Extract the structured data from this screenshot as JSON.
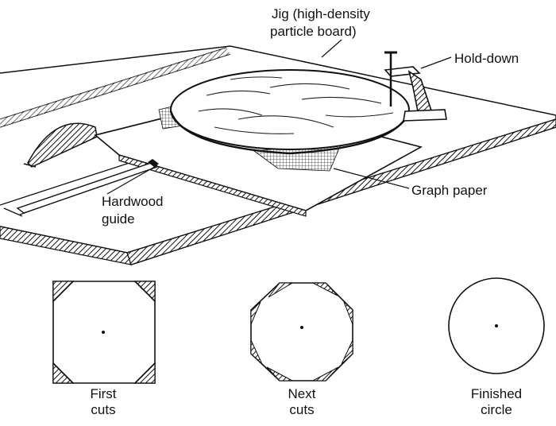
{
  "labels": {
    "jig_line1": "Jig (high-density",
    "jig_line2": "particle board)",
    "hold_down": "Hold-down",
    "hardwood_line1": "Hardwood",
    "hardwood_line2": "guide",
    "graph_paper": "Graph paper"
  },
  "steps": [
    {
      "line1": "First",
      "line2": "cuts"
    },
    {
      "line1": "Next",
      "line2": "cuts"
    },
    {
      "line1": "Finished",
      "line2": "circle"
    }
  ],
  "colors": {
    "ink": "#111111",
    "paper": "#ffffff"
  }
}
